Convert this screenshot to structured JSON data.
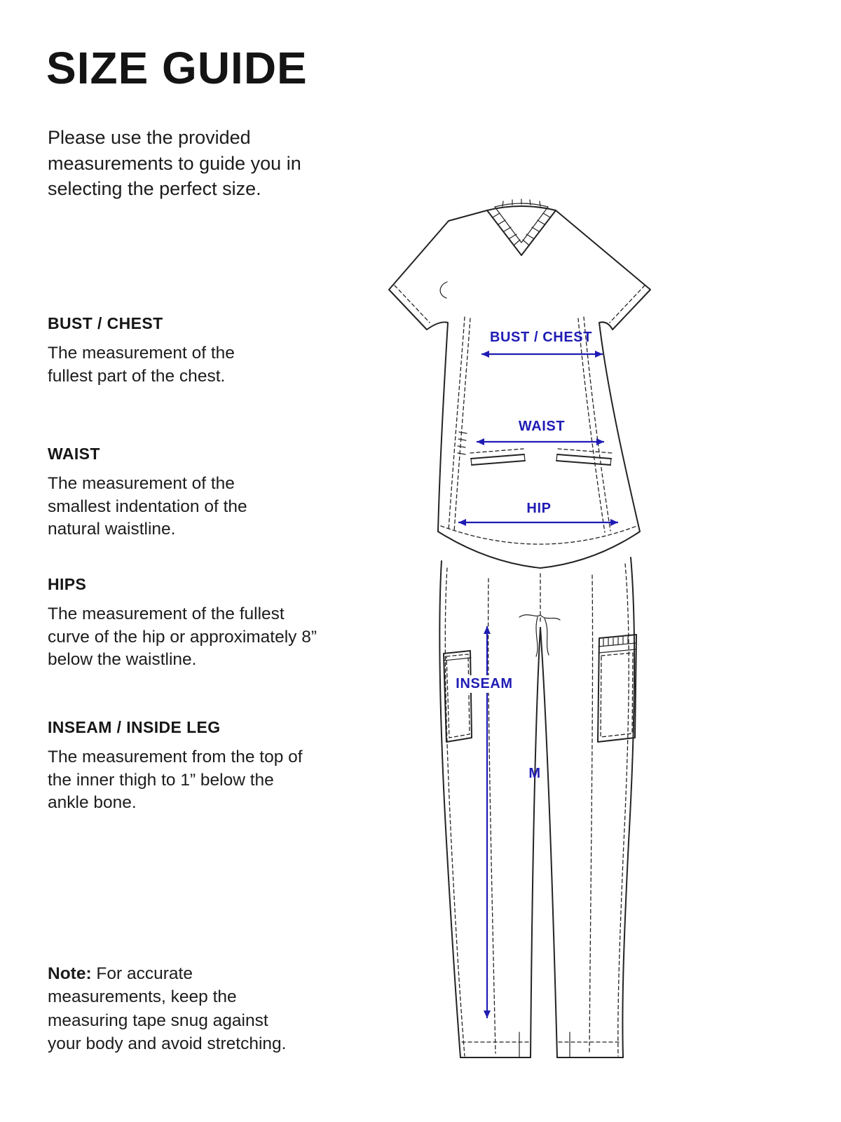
{
  "page": {
    "title": "SIZE GUIDE",
    "intro": "Please use the provided measurements to guide you in selecting the perfect size.",
    "sections": [
      {
        "heading": "BUST / CHEST",
        "body": "The measurement of the fullest part of the chest."
      },
      {
        "heading": "WAIST",
        "body": "The measurement of the smallest indentation of the natural waistline."
      },
      {
        "heading": "HIPS",
        "body": "The measurement of the fullest curve of the hip or approximately 8” below the waistline."
      },
      {
        "heading": "INSEAM / INSIDE LEG",
        "body": "The measurement from the top of the inner thigh to 1” below the ankle bone."
      }
    ],
    "note_label": "Note:",
    "note_body": "For accurate measurements, keep the measuring tape snug against your body and avoid stretching.",
    "diagram_labels": {
      "bust": "BUST / CHEST",
      "waist": "WAIST",
      "hip": "HIP",
      "inseam": "INSEAM",
      "size": "M"
    },
    "colors": {
      "accent_blue": "#1f1cb4",
      "line_black": "#232323"
    }
  }
}
